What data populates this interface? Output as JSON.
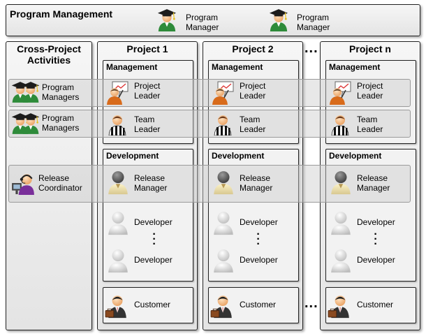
{
  "program_management": {
    "title": "Program Management",
    "manager_1_label": "Program\nManager",
    "manager_2_label": "Program\nManager"
  },
  "cross_project": {
    "title": "Cross-Project\nActivities",
    "row_1_label": "Program\nManagers",
    "row_2_label": "Program\nManagers",
    "row_3_label": "Release\nCoordinator"
  },
  "projects": [
    {
      "title": "Project 1",
      "management_title": "Management",
      "project_leader_label": "Project\nLeader",
      "team_leader_label": "Team\nLeader",
      "development_title": "Development",
      "release_manager_label": "Release\nManager",
      "developer_1_label": "Developer",
      "developer_2_label": "Developer",
      "customer_label": "Customer"
    },
    {
      "title": "Project 2",
      "management_title": "Management",
      "project_leader_label": "Project\nLeader",
      "team_leader_label": "Team\nLeader",
      "development_title": "Development",
      "release_manager_label": "Release\nManager",
      "developer_1_label": "Developer",
      "developer_2_label": "Developer",
      "customer_label": "Customer"
    },
    {
      "title": "Project n",
      "management_title": "Management",
      "project_leader_label": "Project\nLeader",
      "team_leader_label": "Team\nLeader",
      "development_title": "Development",
      "release_manager_label": "Release\nManager",
      "developer_1_label": "Developer",
      "developer_2_label": "Developer",
      "customer_label": "Customer"
    }
  ],
  "ellipsis": "...",
  "icons": {
    "program_manager": "graduate-icon",
    "project_leader": "presenter-icon",
    "team_leader": "referee-icon",
    "release_manager": "person-icon",
    "developer": "person-icon",
    "customer": "businessman-icon",
    "release_coordinator": "headset-operator-icon"
  }
}
